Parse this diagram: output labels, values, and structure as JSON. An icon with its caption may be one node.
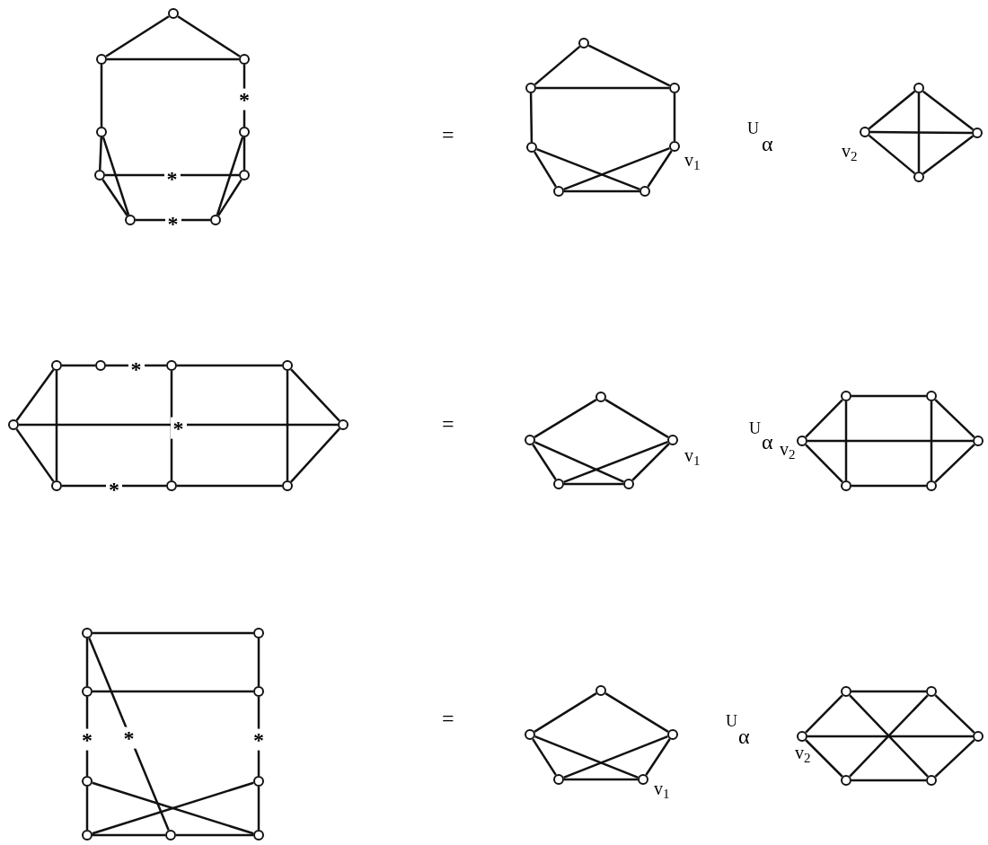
{
  "diagram": {
    "nodes": [
      {
        "text": [],
        "shape": "circle"
      },
      {
        "text": [],
        "shape": "circle"
      },
      {
        "text": [],
        "shape": "circle"
      },
      {
        "text": [],
        "shape": "circle"
      },
      {
        "text": [],
        "shape": "circle"
      },
      {
        "text": [],
        "shape": "circle"
      },
      {
        "text": [],
        "shape": "circle"
      },
      {
        "text": [],
        "shape": "circle"
      },
      {
        "text": [],
        "shape": "circle"
      },
      {
        "text": [],
        "shape": "circle"
      },
      {
        "text": [],
        "shape": "circle"
      },
      {
        "text": [],
        "shape": "circle"
      },
      {
        "text": [],
        "shape": "circle"
      },
      {
        "text": [],
        "shape": "circle"
      },
      {
        "text": [],
        "shape": "circle"
      },
      {
        "text": [],
        "shape": "circle"
      },
      {
        "text": [],
        "shape": "circle"
      },
      {
        "text": [],
        "shape": "circle"
      },
      {
        "text": [],
        "shape": "circle"
      },
      {
        "text": [],
        "shape": "circle"
      },
      {
        "text": [],
        "shape": "circle"
      },
      {
        "text": [],
        "shape": "circle"
      },
      {
        "text": [],
        "shape": "circle"
      },
      {
        "text": [],
        "shape": "circle"
      },
      {
        "text": [],
        "shape": "circle"
      },
      {
        "text": [],
        "shape": "circle"
      },
      {
        "text": [],
        "shape": "circle"
      },
      {
        "text": [],
        "shape": "circle"
      },
      {
        "text": [],
        "shape": "circle"
      },
      {
        "text": [],
        "shape": "circle"
      },
      {
        "text": [],
        "shape": "circle"
      },
      {
        "text": [],
        "shape": "circle"
      },
      {
        "text": [],
        "shape": "circle"
      },
      {
        "text": [],
        "shape": "circle"
      },
      {
        "text": [],
        "shape": "circle"
      },
      {
        "text": [],
        "shape": "circle"
      },
      {
        "text": [],
        "shape": "circle"
      },
      {
        "text": [],
        "shape": "circle"
      },
      {
        "text": [],
        "shape": "circle"
      },
      {
        "text": [],
        "shape": "circle"
      },
      {
        "text": [],
        "shape": "circle"
      },
      {
        "text": [],
        "shape": "circle"
      },
      {
        "text": [],
        "shape": "circle"
      },
      {
        "text": [],
        "shape": "circle"
      },
      {
        "text": [],
        "shape": "circle"
      },
      {
        "text": [],
        "shape": "circle"
      },
      {
        "text": [],
        "shape": "circle"
      },
      {
        "text": [],
        "shape": "circle"
      },
      {
        "text": [],
        "shape": "circle"
      },
      {
        "text": [],
        "shape": "circle"
      },
      {
        "text": [],
        "shape": "circle"
      },
      {
        "text": [],
        "shape": "circle"
      },
      {
        "text": [],
        "shape": "circle"
      },
      {
        "text": [],
        "shape": "circle"
      },
      {
        "text": [],
        "shape": "circle"
      },
      {
        "text": [],
        "shape": "circle"
      },
      {
        "text": [],
        "shape": "circle"
      },
      {
        "text": [],
        "shape": "circle"
      },
      {
        "text": [],
        "shape": "circle"
      },
      {
        "text": [],
        "shape": "circle"
      }
    ],
    "edges": [
      {
        "from": 0,
        "to": 1,
        "arrow": "none"
      },
      {
        "from": 0,
        "to": 2,
        "arrow": "none"
      },
      {
        "from": 1,
        "to": 2,
        "arrow": "none"
      },
      {
        "from": 1,
        "to": 3,
        "arrow": "none"
      },
      {
        "from": 2,
        "to": 4,
        "arrow": "none",
        "label": "*"
      },
      {
        "from": 3,
        "to": 5,
        "arrow": "none"
      },
      {
        "from": 3,
        "to": 7,
        "arrow": "none"
      },
      {
        "from": 4,
        "to": 6,
        "arrow": "none"
      },
      {
        "from": 4,
        "to": 8,
        "arrow": "none"
      },
      {
        "from": 5,
        "to": 6,
        "arrow": "none",
        "label": "*"
      },
      {
        "from": 5,
        "to": 7,
        "arrow": "none"
      },
      {
        "from": 6,
        "to": 8,
        "arrow": "none"
      },
      {
        "from": 7,
        "to": 8,
        "arrow": "none",
        "label": "*"
      },
      {
        "from": 9,
        "to": 10,
        "arrow": "none"
      },
      {
        "from": 9,
        "to": 11,
        "arrow": "none"
      },
      {
        "from": 10,
        "to": 11,
        "arrow": "none"
      },
      {
        "from": 10,
        "to": 12,
        "arrow": "none"
      },
      {
        "from": 11,
        "to": 13,
        "arrow": "none"
      },
      {
        "from": 12,
        "to": 14,
        "arrow": "none"
      },
      {
        "from": 12,
        "to": 15,
        "arrow": "none"
      },
      {
        "from": 13,
        "to": 14,
        "arrow": "none"
      },
      {
        "from": 13,
        "to": 15,
        "arrow": "none"
      },
      {
        "from": 14,
        "to": 15,
        "arrow": "none"
      },
      {
        "from": 16,
        "to": 17,
        "arrow": "none"
      },
      {
        "from": 16,
        "to": 18,
        "arrow": "none"
      },
      {
        "from": 16,
        "to": 19,
        "arrow": "none"
      },
      {
        "from": 17,
        "to": 18,
        "arrow": "none"
      },
      {
        "from": 17,
        "to": 19,
        "arrow": "none"
      },
      {
        "from": 18,
        "to": 19,
        "arrow": "none"
      },
      {
        "from": 20,
        "to": 21,
        "arrow": "none"
      },
      {
        "from": 20,
        "to": 25,
        "arrow": "none"
      },
      {
        "from": 20,
        "to": 28,
        "arrow": "none",
        "label": "*"
      },
      {
        "from": 21,
        "to": 22,
        "arrow": "none"
      },
      {
        "from": 21,
        "to": 25,
        "arrow": "none"
      },
      {
        "from": 22,
        "to": 23,
        "arrow": "none",
        "label": "*"
      },
      {
        "from": 23,
        "to": 24,
        "arrow": "none"
      },
      {
        "from": 23,
        "to": 26,
        "arrow": "none"
      },
      {
        "from": 24,
        "to": 27,
        "arrow": "none"
      },
      {
        "from": 24,
        "to": 28,
        "arrow": "none"
      },
      {
        "from": 25,
        "to": 26,
        "arrow": "none",
        "label": "*"
      },
      {
        "from": 26,
        "to": 27,
        "arrow": "none"
      },
      {
        "from": 27,
        "to": 28,
        "arrow": "none"
      },
      {
        "from": 29,
        "to": 30,
        "arrow": "none"
      },
      {
        "from": 29,
        "to": 31,
        "arrow": "none"
      },
      {
        "from": 30,
        "to": 32,
        "arrow": "none"
      },
      {
        "from": 30,
        "to": 33,
        "arrow": "none"
      },
      {
        "from": 31,
        "to": 32,
        "arrow": "none"
      },
      {
        "from": 31,
        "to": 33,
        "arrow": "none"
      },
      {
        "from": 32,
        "to": 33,
        "arrow": "none"
      },
      {
        "from": 34,
        "to": 35,
        "arrow": "none"
      },
      {
        "from": 34,
        "to": 36,
        "arrow": "none"
      },
      {
        "from": 34,
        "to": 38,
        "arrow": "none"
      },
      {
        "from": 35,
        "to": 37,
        "arrow": "none"
      },
      {
        "from": 35,
        "to": 39,
        "arrow": "none"
      },
      {
        "from": 36,
        "to": 37,
        "arrow": "none"
      },
      {
        "from": 36,
        "to": 38,
        "arrow": "none"
      },
      {
        "from": 37,
        "to": 39,
        "arrow": "none"
      },
      {
        "from": 38,
        "to": 39,
        "arrow": "none"
      },
      {
        "from": 40,
        "to": 41,
        "arrow": "none"
      },
      {
        "from": 40,
        "to": 42,
        "arrow": "none"
      },
      {
        "from": 40,
        "to": 47,
        "arrow": "none",
        "label": "*"
      },
      {
        "from": 41,
        "to": 43,
        "arrow": "none"
      },
      {
        "from": 42,
        "to": 43,
        "arrow": "none"
      },
      {
        "from": 42,
        "to": 44,
        "arrow": "none",
        "label": "*"
      },
      {
        "from": 43,
        "to": 45,
        "arrow": "none",
        "label": "*"
      },
      {
        "from": 44,
        "to": 46,
        "arrow": "none"
      },
      {
        "from": 44,
        "to": 48,
        "arrow": "none"
      },
      {
        "from": 45,
        "to": 46,
        "arrow": "none"
      },
      {
        "from": 45,
        "to": 48,
        "arrow": "none"
      },
      {
        "from": 46,
        "to": 47,
        "arrow": "none"
      },
      {
        "from": 47,
        "to": 48,
        "arrow": "none"
      },
      {
        "from": 49,
        "to": 50,
        "arrow": "none"
      },
      {
        "from": 49,
        "to": 51,
        "arrow": "none"
      },
      {
        "from": 50,
        "to": 52,
        "arrow": "none"
      },
      {
        "from": 50,
        "to": 53,
        "arrow": "none"
      },
      {
        "from": 51,
        "to": 52,
        "arrow": "none"
      },
      {
        "from": 51,
        "to": 53,
        "arrow": "none"
      },
      {
        "from": 52,
        "to": 53,
        "arrow": "none"
      },
      {
        "from": 54,
        "to": 55,
        "arrow": "none"
      },
      {
        "from": 54,
        "to": 56,
        "arrow": "none"
      },
      {
        "from": 54,
        "to": 59,
        "arrow": "none"
      },
      {
        "from": 55,
        "to": 57,
        "arrow": "none"
      },
      {
        "from": 55,
        "to": 58,
        "arrow": "none"
      },
      {
        "from": 56,
        "to": 57,
        "arrow": "none"
      },
      {
        "from": 56,
        "to": 58,
        "arrow": "none"
      },
      {
        "from": 57,
        "to": 59,
        "arrow": "none"
      },
      {
        "from": 58,
        "to": 59,
        "arrow": "none"
      }
    ],
    "labels": [
      "=",
      "U",
      "α",
      "v$_{1}$",
      "v$_{2}$",
      "=",
      "U",
      "α",
      "v$_{1}$",
      "v$_{2}$",
      "=",
      "U",
      "α",
      "v$_{1}$",
      "v$_{2}$"
    ]
  }
}
